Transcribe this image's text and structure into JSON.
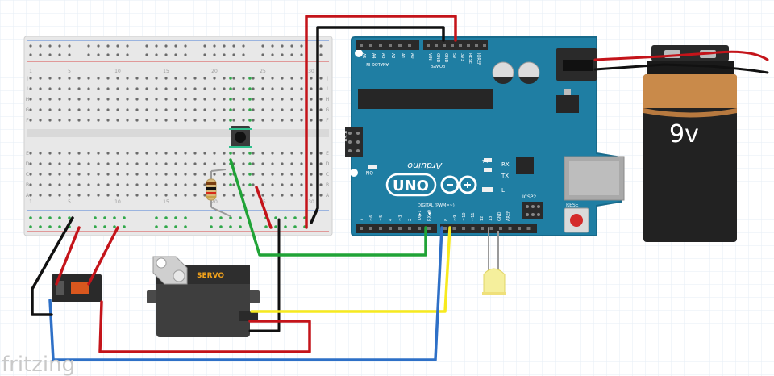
{
  "breadboard": {
    "column_numbers": [
      "1",
      "5",
      "10",
      "15",
      "20",
      "25",
      "30"
    ],
    "row_letters_top": [
      "J",
      "I",
      "H",
      "G",
      "F"
    ],
    "row_letters_bottom": [
      "E",
      "D",
      "C",
      "B",
      "A"
    ]
  },
  "arduino": {
    "brand_script": "Arduino",
    "model": "UNO",
    "tm": "TM",
    "on_label": "ON",
    "tx_label": "TX",
    "rx_label": "RX",
    "l_label": "L",
    "icsp_label": "ICSP",
    "icsp2_label": "ICSP2",
    "reset_label": "RESET",
    "analog_in_label": "ANALOG IN",
    "power_label": "POWER",
    "digital_label": "DIGITAL (PWM=~)",
    "analog_pins": [
      "A5",
      "A4",
      "A3",
      "A2",
      "A1",
      "A0"
    ],
    "power_pins": [
      "VIN",
      "GND",
      "GND",
      "5V",
      "3V3",
      "RESET",
      "IOREF"
    ],
    "digital_pins_left": [
      "7",
      "~6",
      "~5",
      "4",
      "~3",
      "2",
      "TX▶1",
      "RX◀0"
    ],
    "digital_pins_right": [
      "AREF",
      "GND",
      "13",
      "12",
      "~11",
      "~10",
      "~9",
      "8"
    ]
  },
  "battery": {
    "label": "9v"
  },
  "servo": {
    "label": "SERVO"
  },
  "watermark": "fritzing",
  "colors": {
    "board": "#1f7ea3",
    "board_dark": "#176a8b",
    "wire_red": "#c4141a",
    "wire_black": "#111111",
    "wire_green": "#20a337",
    "wire_blue": "#2e70c7",
    "wire_yellow": "#f7ea1e",
    "battery_top": "#c98a4a",
    "battery_body": "#222222"
  }
}
